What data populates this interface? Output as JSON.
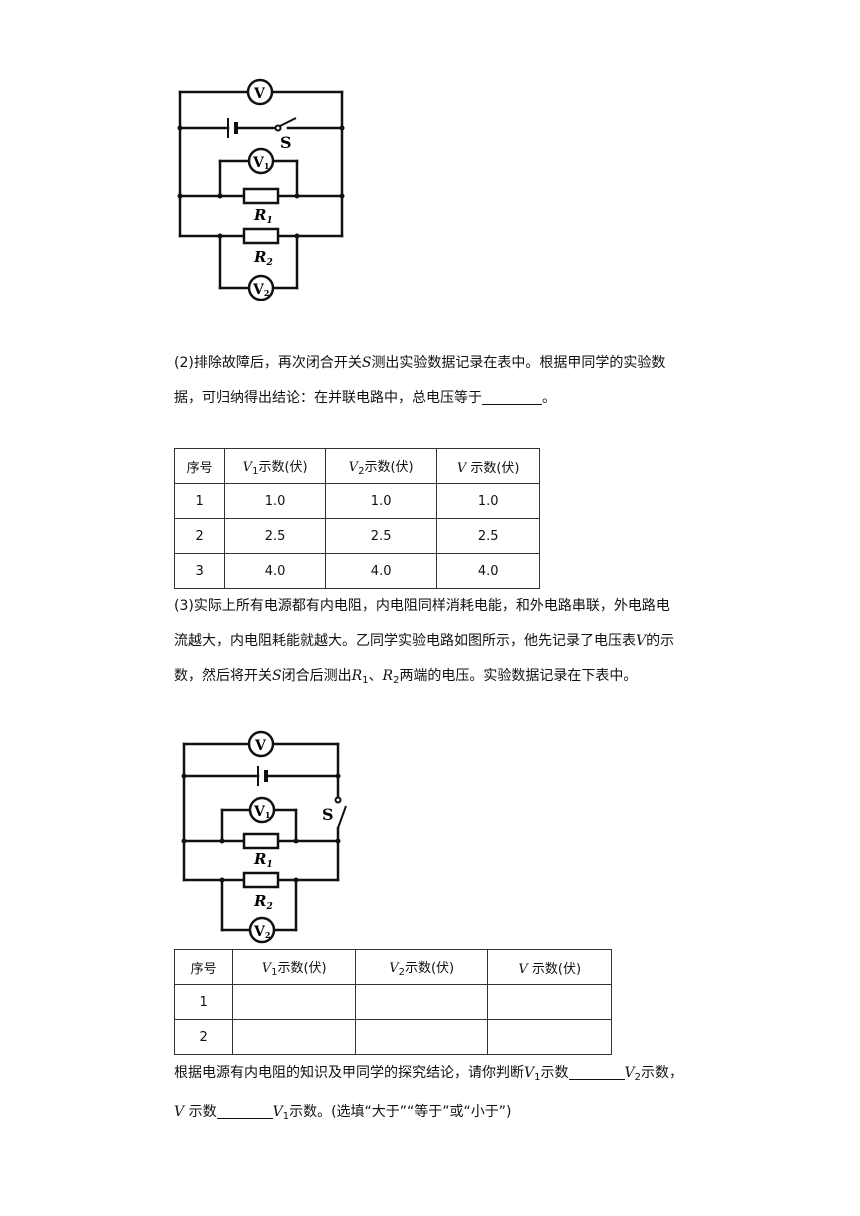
{
  "circuit1": {
    "meter_v": "V",
    "meter_v1": "V",
    "meter_v1_sub": "1",
    "meter_v2": "V",
    "meter_v2_sub": "2",
    "switch_label": "S",
    "r1": "R",
    "r1_sub": "1",
    "r2": "R",
    "r2_sub": "2"
  },
  "q2": {
    "line1_pre": "(2)排除故障后，再次闭合开关",
    "var_s": "S",
    "line1_post": "测出实验数据记录在表中。根据甲同学的实验数",
    "line2": "据，可归纳得出结论：在并联电路中，总电压等于",
    "line2_end": "。"
  },
  "table1": {
    "headers": {
      "c0": "序号",
      "c1_var": "V",
      "c1_sub": "1",
      "c1_text": "示数(伏)",
      "c2_var": "V",
      "c2_sub": "2",
      "c2_text": "示数(伏)",
      "c3_var": "V",
      "c3_text": "示数(伏)"
    },
    "rows": [
      [
        "1",
        "1.0",
        "1.0",
        "1.0"
      ],
      [
        "2",
        "2.5",
        "2.5",
        "2.5"
      ],
      [
        "3",
        "4.0",
        "4.0",
        "4.0"
      ]
    ]
  },
  "q3": {
    "line1": "(3)实际上所有电源都有内电阻，内电阻同样消耗电能，和外电路串联，外电路电",
    "line2": "流越大，内电阻耗能就越大。乙同学实验电路如图所示，他先记录了电压表",
    "line2_var": "V",
    "line2_end": "的示",
    "line3_pre": "数，然后将开关",
    "line3_var_s": "S",
    "line3_mid": "闭合后测出",
    "line3_r1": "R",
    "line3_r1_sub": "1",
    "line3_sep": "、",
    "line3_r2": "R",
    "line3_r2_sub": "2",
    "line3_post": "两端的电压。实验数据记录在下表中。"
  },
  "circuit2": {
    "meter_v": "V",
    "meter_v1": "V",
    "meter_v1_sub": "1",
    "meter_v2": "V",
    "meter_v2_sub": "2",
    "switch_label": "S",
    "r1": "R",
    "r1_sub": "1",
    "r2": "R",
    "r2_sub": "2"
  },
  "table2": {
    "headers": {
      "c0": "序号",
      "c1_var": "V",
      "c1_sub": "1",
      "c1_text": "示数(伏)",
      "c2_var": "V",
      "c2_sub": "2",
      "c2_text": "示数(伏)",
      "c3_var": "V",
      "c3_text": "示数(伏)"
    },
    "rows": [
      [
        "1"
      ],
      [
        "2"
      ]
    ]
  },
  "final": {
    "l1_pre": "根据电源有内电阻的知识及甲同学的探究结论，请你判断",
    "l1_v1": "V",
    "l1_v1_sub": "1",
    "l1_mid": "示数",
    "l1_v2": "V",
    "l1_v2_sub": "2",
    "l1_end": "示数，",
    "l2_v": "V",
    "l2_mid": "示数",
    "l2_v1": "V",
    "l2_v1_sub": "1",
    "l2_end": "示数。(选填“大于”“等于”或“小于”)"
  }
}
